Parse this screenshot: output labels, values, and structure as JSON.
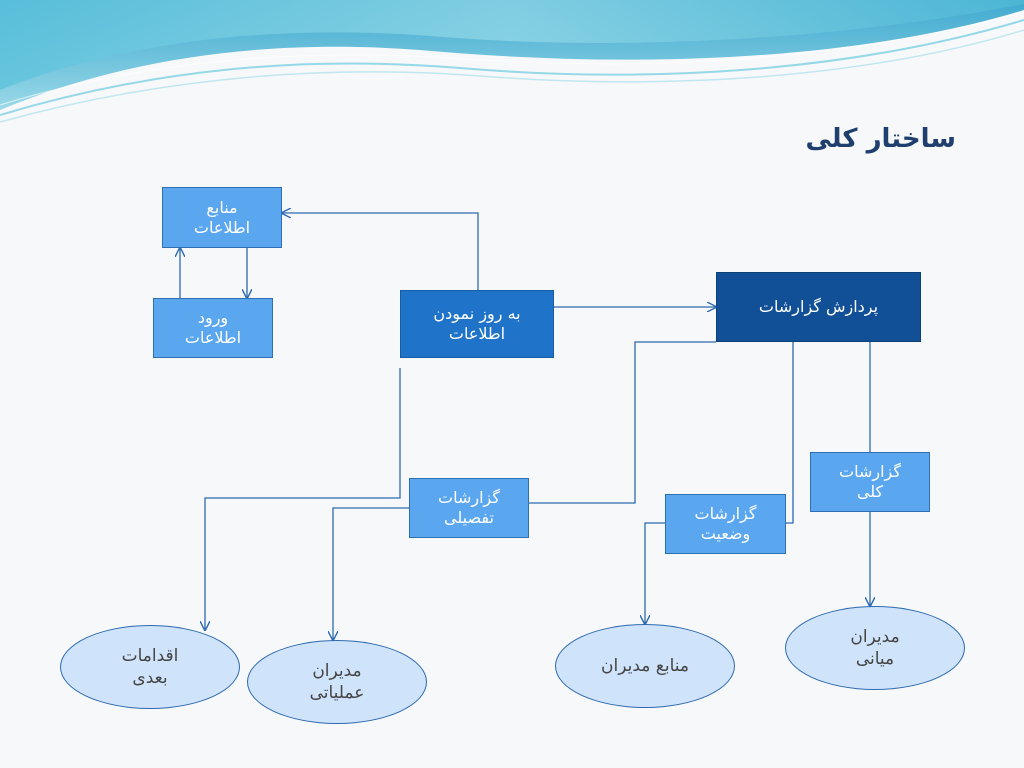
{
  "title": "ساختار کلی",
  "colors": {
    "light_box": "#5aa7f0",
    "mid_box": "#1f73c8",
    "dark_box": "#114f97",
    "ellipse_fill": "#cfe4fb",
    "connector": "#2e6ab0"
  },
  "nodes": {
    "info_sources": {
      "line1": "منابع",
      "line2": "اطلاعات"
    },
    "data_entry": {
      "line1": "ورود",
      "line2": "اطلاعات"
    },
    "update_info": {
      "line1": "به روز نمودن",
      "line2": "اطلاعات"
    },
    "report_processing": {
      "line1": "پردازش گزارشات"
    },
    "general_reports": {
      "line1": "گزارشات",
      "line2": "کلی"
    },
    "detailed_reports": {
      "line1": "گزارشات",
      "line2": "تفصیلی"
    },
    "status_reports": {
      "line1": "گزارشات",
      "line2": "وضعیت"
    },
    "further_actions": {
      "line1": "اقدامات",
      "line2": "بعدی"
    },
    "operational_managers": {
      "line1": "مدیران",
      "line2": "عملیاتی"
    },
    "manager_resources": {
      "line1": "منابع مدیران"
    },
    "middle_managers": {
      "line1": "مدیران",
      "line2": "میانی"
    }
  }
}
